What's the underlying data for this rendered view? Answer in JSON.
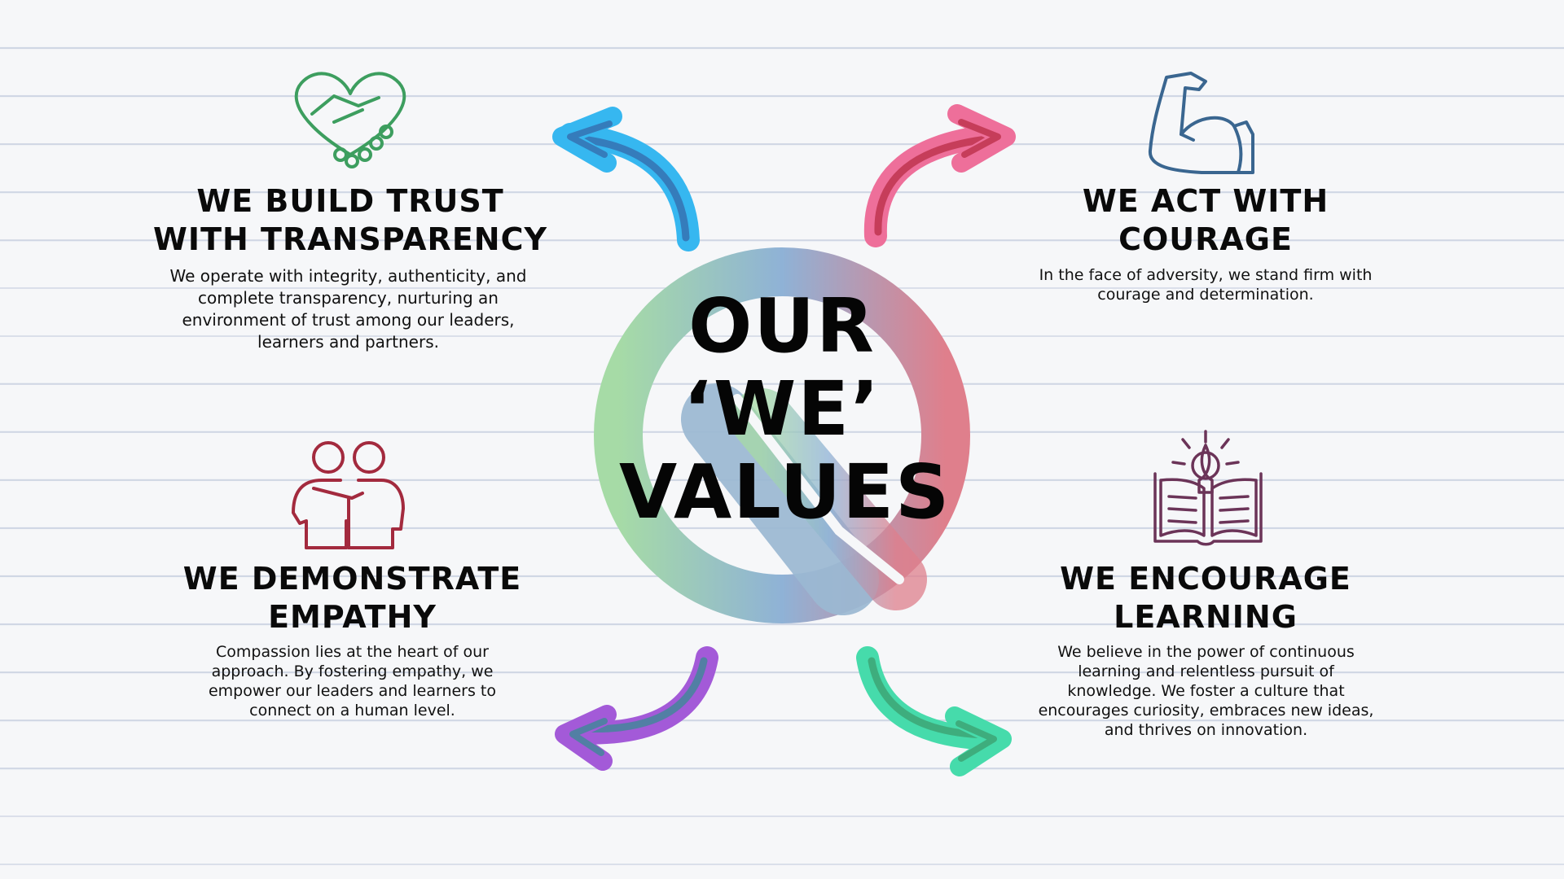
{
  "title": {
    "line1": "OUR",
    "line2": "‘WE’",
    "line3": "VALUES"
  },
  "values": [
    {
      "heading": [
        "WE BUILD TRUST",
        "WITH TRANSPARENCY"
      ],
      "description": "We operate with integrity, authenticity, and complete transparency, nurturing an environment of trust among our leaders, learners and partners.",
      "icon": "handshake-heart-icon",
      "color": "#3d9e5f"
    },
    {
      "heading": [
        "WE ACT WITH",
        "COURAGE"
      ],
      "description": "In the face of adversity, we stand firm with courage and determination.",
      "icon": "flexed-arm-icon",
      "color": "#3a6690"
    },
    {
      "heading": [
        "WE DEMONSTRATE",
        "EMPATHY"
      ],
      "description": "Compassion lies at the heart of our approach. By fostering empathy, we empower our leaders and learners to connect on a human level.",
      "icon": "people-embrace-icon",
      "color": "#a32a3e"
    },
    {
      "heading": [
        "WE ENCOURAGE",
        "LEARNING"
      ],
      "description": "We believe in the power of continuous learning and relentless pursuit of knowledge. We foster a culture that encourages curiosity, embraces new ideas, and thrives on innovation.",
      "icon": "open-book-lightbulb-icon",
      "color": "#6b3458"
    }
  ],
  "arrows": [
    {
      "icon": "curved-arrow-up-left-icon",
      "color": "#36b7f0"
    },
    {
      "icon": "curved-arrow-up-right-icon",
      "color": "#ee6f9a"
    },
    {
      "icon": "curved-arrow-down-left-icon",
      "color": "#a35ad8"
    },
    {
      "icon": "curved-arrow-down-right-icon",
      "color": "#46dbab"
    }
  ]
}
